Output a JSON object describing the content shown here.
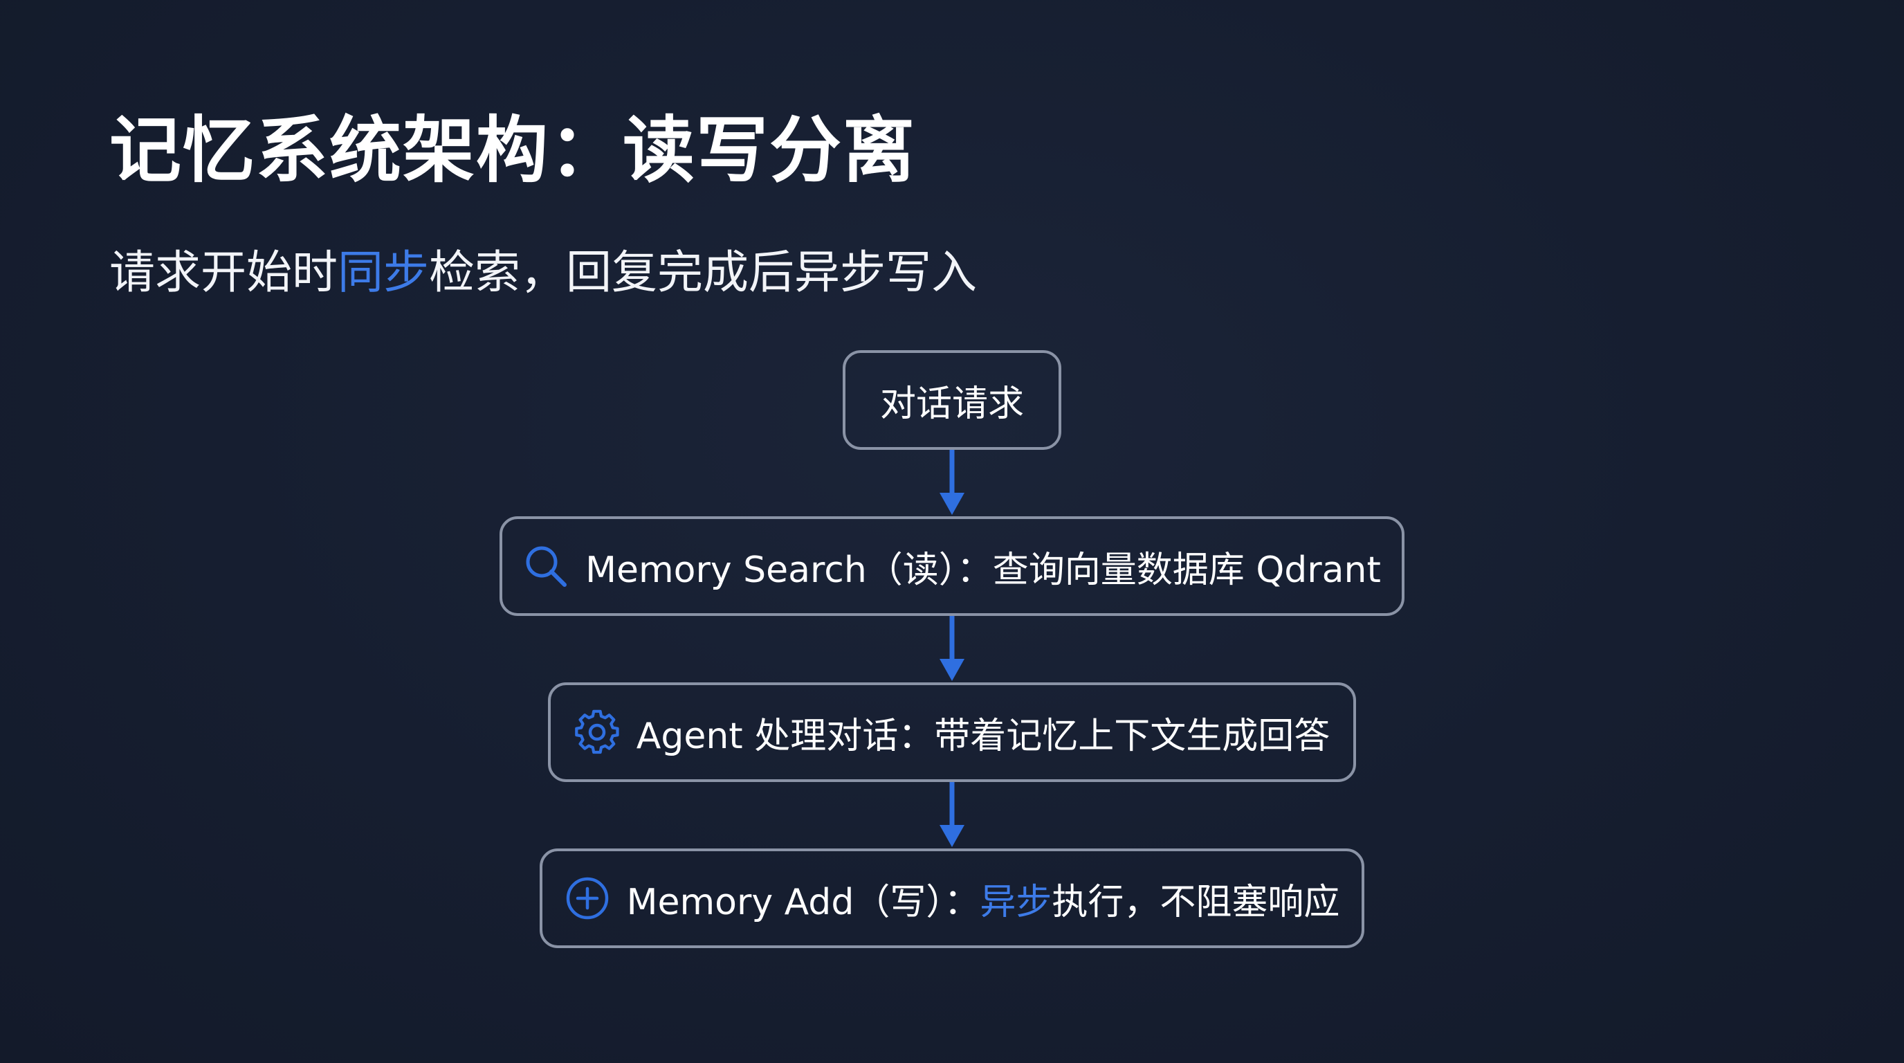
{
  "title": "记忆系统架构：读写分离",
  "subtitle": {
    "prefix": "请求开始时",
    "accent": "同步",
    "suffix": "检索，回复完成后异步写入"
  },
  "accent_color": "#3d7be8",
  "flow": {
    "start": {
      "label": "对话请求"
    },
    "search": {
      "icon": "search-icon",
      "label": "Memory Search（读）：查询向量数据库 Qdrant"
    },
    "agent": {
      "icon": "gear-icon",
      "label": "Agent 处理对话：带着记忆上下文生成回答"
    },
    "add": {
      "icon": "plus-circle-icon",
      "label_prefix": "Memory Add（写）：",
      "label_accent": "异步",
      "label_suffix": "执行，不阻塞响应"
    }
  }
}
